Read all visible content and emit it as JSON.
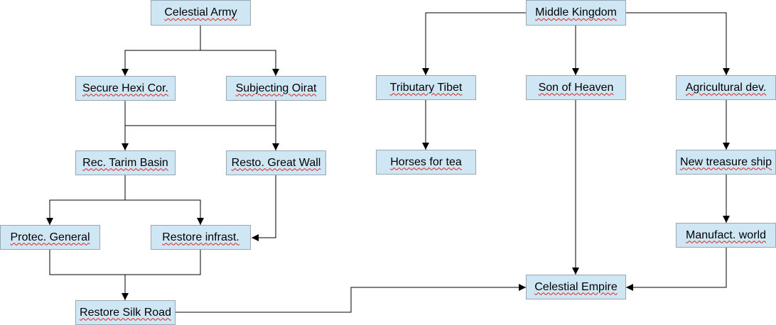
{
  "diagram": {
    "nodes": {
      "celestial_army": "Celestial Army",
      "secure_hexi": "Secure Hexi Cor.",
      "subjecting_oirat": "Subjecting Oirat",
      "rec_tarim": "Rec. Tarim Basin",
      "resto_great_wall": "Resto. Great Wall",
      "protec_general": "Protec. General",
      "restore_infrast": "Restore infrast.",
      "restore_silk_road": "Restore Silk Road",
      "middle_kingdom": "Middle Kingdom",
      "tributary_tibet": "Tributary Tibet",
      "son_of_heaven": "Son of Heaven",
      "agricultural_dev": "Agricultural dev.",
      "horses_for_tea": "Horses for tea",
      "new_treasure_ship": "New treasure ship",
      "manufact_world": "Manufact. world",
      "celestial_empire": "Celestial Empire"
    },
    "edges": [
      {
        "from": "celestial_army",
        "to": "secure_hexi"
      },
      {
        "from": "celestial_army",
        "to": "subjecting_oirat"
      },
      {
        "from": "secure_hexi",
        "to": "rec_tarim"
      },
      {
        "from": "subjecting_oirat",
        "to": "rec_tarim"
      },
      {
        "from": "subjecting_oirat",
        "to": "resto_great_wall"
      },
      {
        "from": "rec_tarim",
        "to": "protec_general"
      },
      {
        "from": "rec_tarim",
        "to": "restore_infrast"
      },
      {
        "from": "resto_great_wall",
        "to": "restore_infrast"
      },
      {
        "from": "protec_general",
        "to": "restore_silk_road"
      },
      {
        "from": "restore_infrast",
        "to": "restore_silk_road"
      },
      {
        "from": "restore_silk_road",
        "to": "celestial_empire"
      },
      {
        "from": "middle_kingdom",
        "to": "tributary_tibet"
      },
      {
        "from": "middle_kingdom",
        "to": "son_of_heaven"
      },
      {
        "from": "middle_kingdom",
        "to": "agricultural_dev"
      },
      {
        "from": "tributary_tibet",
        "to": "horses_for_tea"
      },
      {
        "from": "son_of_heaven",
        "to": "celestial_empire"
      },
      {
        "from": "agricultural_dev",
        "to": "new_treasure_ship"
      },
      {
        "from": "new_treasure_ship",
        "to": "manufact_world"
      },
      {
        "from": "manufact_world",
        "to": "celestial_empire"
      }
    ]
  },
  "colors": {
    "node_fill": "#cfe7f5",
    "node_border": "#9aa7b0",
    "connector": "#000000",
    "spellcheck_underline": "#e0211b"
  }
}
